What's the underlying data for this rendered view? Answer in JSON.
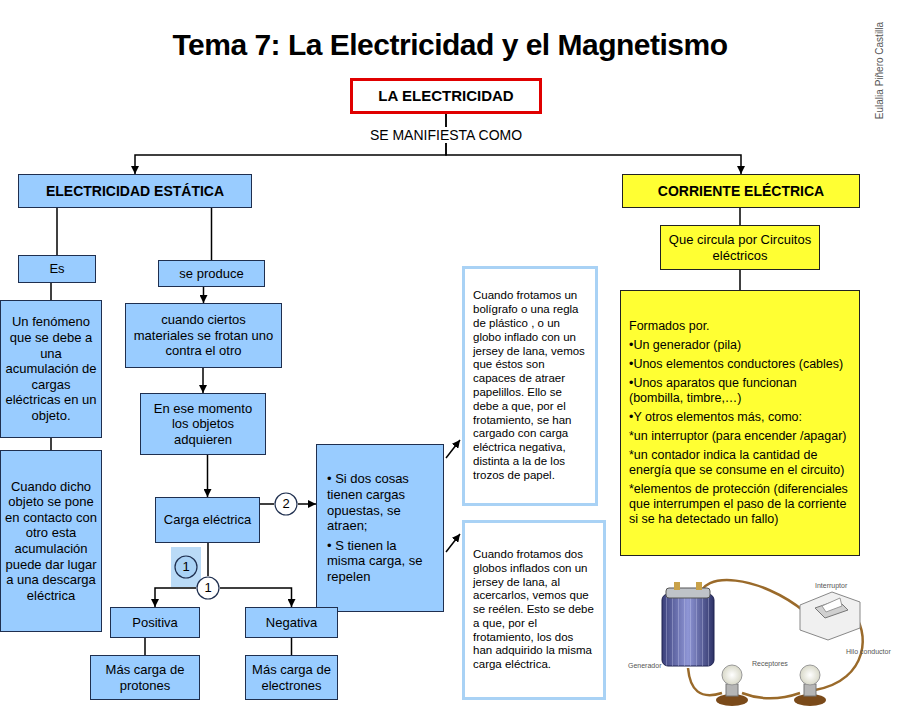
{
  "diagram": {
    "title": "Tema 7: La Electricidad y el Magnetismo",
    "nodes": [
      {
        "text": [
          "LA ELECTRICIDAD"
        ]
      },
      {
        "text": [
          "ELECTRICIDAD ESTÁTICA"
        ]
      },
      {
        "text": [
          "CORRIENTE ELÉCTRICA"
        ]
      },
      {
        "text": [
          "Es"
        ]
      },
      {
        "text": [
          "se produce"
        ]
      },
      {
        "text": [
          "Que circula por Circuitos eléctricos"
        ]
      },
      {
        "text": [
          "Un fenómeno que se debe a una acumulación de cargas eléctricas en un objeto."
        ]
      },
      {
        "text": [
          "cuando ciertos materiales se frotan uno contra el otro"
        ]
      },
      {
        "text": [
          "Formados por.",
          "•Un generador (pila)",
          "•Unos elementos conductores (cables)",
          "•Unos aparatos que funcionan (bombilla, timbre,…)",
          "•Y otros elementos más, como:",
          "*un interruptor (para encender /apagar)",
          "*un contador indica la cantidad de energía que se consume en el circuito)",
          "*elementos de protección (diferenciales que interrumpen el paso de la corriente si se ha detectado un fallo)"
        ]
      },
      {
        "text": [
          "Cuando dicho objeto se pone en contacto con otro esta acumulación puede dar lugar a una descarga eléctrica"
        ]
      },
      {
        "text": [
          "En ese momento los objetos adquieren"
        ]
      },
      {
        "text": [
          "Cuando frotamos un bolígrafo o una regla de plástico , o un globo inflado con un jersey de lana, vemos que éstos son capaces de atraer papelillos. Ello se debe a que, por el frotamiento, se han cargado con carga eléctrica negativa, distinta a la de los trozos de papel."
        ]
      },
      {
        "text": [
          "• Si dos cosas tienen cargas opuestas, se atraen;",
          "• S tienen la misma carga, se repelen"
        ]
      },
      {
        "text": [
          "Carga eléctrica"
        ]
      },
      {
        "text": [
          "2"
        ]
      },
      {
        "text": [
          "Cuando frotamos dos globos inflados con un jersey de lana, al acercarlos, vemos que se reélen. Esto se debe a que, por el frotamiento, los dos han adquirido la misma carga eléctrica."
        ]
      },
      {
        "text": [
          "1"
        ]
      },
      {
        "text": [
          "1"
        ]
      },
      {
        "text": [
          "Positiva"
        ]
      },
      {
        "text": [
          "Negativa"
        ]
      },
      {
        "text": [
          "Más carga de protones"
        ]
      },
      {
        "text": [
          "Más carga de electrones"
        ]
      }
    ],
    "edges": [
      {
        "from": 0,
        "to": 1,
        "arrow": "to",
        "label": "SE MANIFIESTA COMO"
      },
      {
        "from": 0,
        "to": 2,
        "arrow": "to"
      },
      {
        "from": 1,
        "to": 3,
        "arrow": "none"
      },
      {
        "from": 1,
        "to": 4,
        "arrow": "none"
      },
      {
        "from": 3,
        "to": 6,
        "arrow": "none"
      },
      {
        "from": 6,
        "to": 9,
        "arrow": "none"
      },
      {
        "from": 4,
        "to": 7,
        "arrow": "to"
      },
      {
        "from": 7,
        "to": 10,
        "arrow": "to"
      },
      {
        "from": 10,
        "to": 13,
        "arrow": "to"
      },
      {
        "from": 13,
        "to": 14,
        "arrow": "none"
      },
      {
        "from": 14,
        "to": 12,
        "arrow": "to"
      },
      {
        "from": 12,
        "to": 11,
        "arrow": "to"
      },
      {
        "from": 12,
        "to": 15,
        "arrow": "to"
      },
      {
        "from": 13,
        "to": 17,
        "arrow": "none"
      },
      {
        "from": 17,
        "to": 18,
        "arrow": "to"
      },
      {
        "from": 17,
        "to": 19,
        "arrow": "to"
      },
      {
        "from": 18,
        "to": 20,
        "arrow": "none"
      },
      {
        "from": 19,
        "to": 21,
        "arrow": "none"
      },
      {
        "from": 2,
        "to": 5,
        "arrow": "none"
      },
      {
        "from": 5,
        "to": 8,
        "arrow": "none"
      }
    ],
    "labels": [
      "Eulalia Piñero Castilla",
      "Interruptor",
      "Hilo conductor",
      "Generador",
      "Receptores"
    ]
  }
}
